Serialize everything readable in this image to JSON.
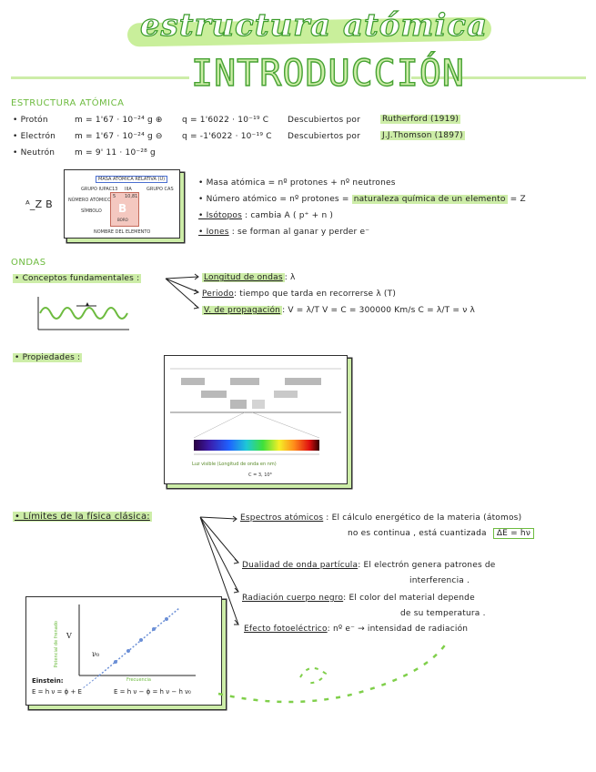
{
  "header": {
    "script_title": "estructura atómica",
    "main_title": "INTRODUCCIÓN"
  },
  "estructura": {
    "heading": "ESTRUCTURA ATÓMICA",
    "particles": [
      {
        "name": "• Protón",
        "mass": "m = 1'67 · 10⁻²⁴ g ⊕",
        "charge": "q = 1'6022 · 10⁻¹⁹ C",
        "discovery": "Descubiertos por",
        "discoverer": "Rutherford (1919)"
      },
      {
        "name": "• Electrón",
        "mass": "m = 1'67 · 10⁻²⁴ g ⊖",
        "charge": "q = -1'6022 · 10⁻¹⁹ C",
        "discovery": "Descubiertos por",
        "discoverer": "J.J.Thomson (1897)"
      },
      {
        "name": "• Neutrón",
        "mass": "m = 9' 11 · 10⁻²⁸ g",
        "charge": "",
        "discovery": "",
        "discoverer": ""
      }
    ],
    "notation": "ᴬ_Z B",
    "element_card": {
      "top": "MASA ATÓMICA RELATIVA (U)",
      "group_iupac": "GRUPO IUPAC",
      "group_cas": "GRUPO CAS",
      "atomic_number_label": "NÚMERO ATÓMICO",
      "symbol_label": "SÍMBOLO",
      "group_num": "13",
      "group_cas_num": "IIIA",
      "number": "5",
      "mass": "10,81",
      "symbol": "B",
      "name_small": "BORO",
      "bottom": "NOMBRE DEL ELEMENTO"
    },
    "bullets": [
      {
        "label": "• Masa atómica",
        "text": "= nº protones + nº neutrones"
      },
      {
        "label": "• Número atómico",
        "text": "= nº protones =",
        "highlight": "naturaleza química de un elemento",
        "tail": "= Z"
      },
      {
        "label": "• Isótopos",
        "text": ": cambia A ( p⁺ + n )"
      },
      {
        "label": "• Iones",
        "text": ": se forman al ganar y perder e⁻"
      }
    ]
  },
  "ondas": {
    "heading": "ONDAS",
    "conceptos_label": "• Conceptos fundamentales :",
    "conceptos": [
      {
        "term": "Longitud de ondas",
        "def": ": λ"
      },
      {
        "term": "Periodo",
        "def": ": tiempo que tarda en recorrerse λ (T)"
      },
      {
        "term": "V. de propagación",
        "def": ":  V = λ/T     V = C = 300000 Km/s   C = λ/T = ν λ"
      }
    ],
    "propiedades_label": "• Propiedades :",
    "spectrum": {
      "caption": "Luz visible (Longitud de onda en nm)",
      "footer": "C = 3, 10⁸"
    }
  },
  "limites": {
    "label": "• Límites de la física clásica:",
    "items": [
      {
        "term": "Espectros atómicos",
        "line1": ": El cálculo energético de la materia (átomos)",
        "line2": "no es continua , está cuantizada",
        "boxed": "ΔE = hν"
      },
      {
        "term": "Dualidad de onda partícula",
        "line1": ": El electrón genera patrones de",
        "line2": "interferencia ."
      },
      {
        "term": "Radiación cuerpo negro",
        "line1": ": El color del material depende",
        "line2": "de su temperatura ."
      },
      {
        "term": "Efecto fotoeléctrico",
        "line1": ": nº e⁻ → intensidad de radiación",
        "line2": ""
      }
    ],
    "graph": {
      "ylabel": "Potencial de frenado",
      "xlabel": "Frecuencia",
      "v_s": "V",
      "v0": "ν₀",
      "einstein": "Einstein:",
      "eq1": "E = h ν = ϕ + E",
      "eq2": "E = h ν − ϕ = h ν − h ν₀"
    }
  },
  "colors": {
    "accent": "#6dbb3f",
    "highlight": "#cdeda8",
    "ink": "#1f1f1f"
  }
}
